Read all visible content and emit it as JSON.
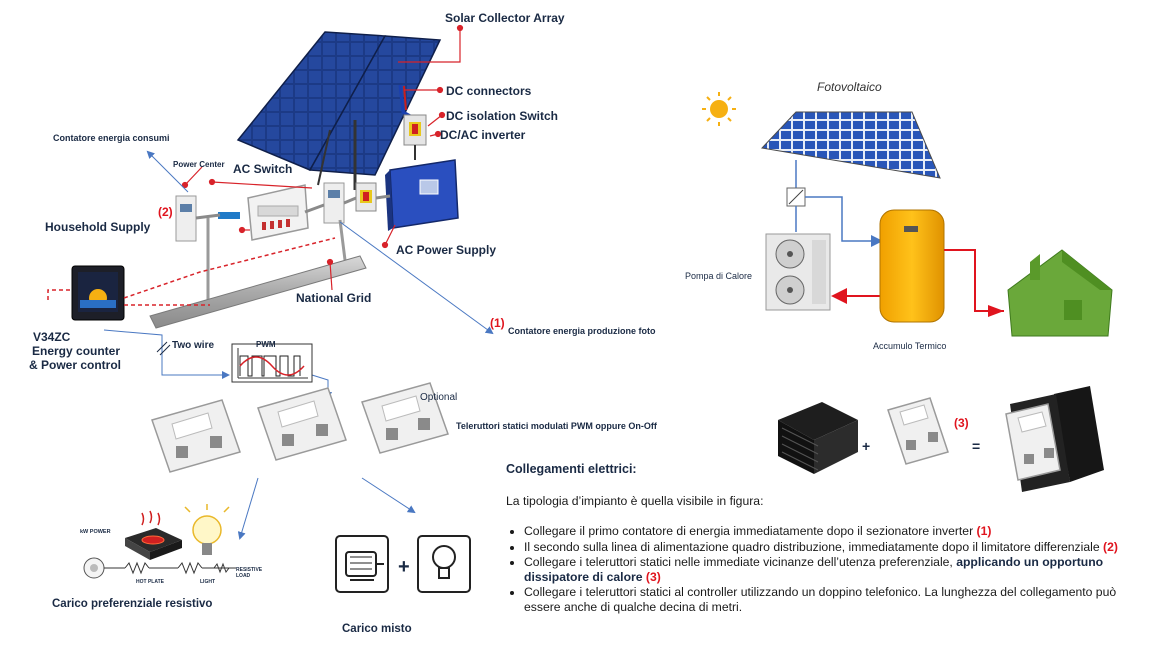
{
  "labels": {
    "solar_collector_array": "Solar Collector Array",
    "dc_connectors": "DC connectors",
    "dc_isolation_switch": "DC isolation Switch",
    "dc_ac_inverter": "DC/AC inverter",
    "contatore_consumi": "Contatore energia consumi",
    "power_center": "Power Center",
    "ac_switch": "AC Switch",
    "household_supply": "Household Supply",
    "ac_power_supply": "AC Power Supply",
    "national_grid": "National Grid",
    "contatore_produzione": "Contatore energia produzione foto",
    "v34zc_line1": "V34ZC",
    "v34zc_line2": "Energy counter",
    "v34zc_line3": "& Power control",
    "two_wire": "Two wire",
    "pwm": "PWM",
    "optional": "Optional",
    "teleruttori": "Teleruttori statici modulati PWM oppure On-Off",
    "carico_resistivo": "Carico preferenziale resistivo",
    "carico_misto": "Carico misto",
    "fotovoltaico": "Fotovoltaico",
    "pompa_di_calore": "Pompa di Calore",
    "accumulo_termico": "Accumulo Termico",
    "kw_power": "kW POWER",
    "hot_plate": "HOT PLATE",
    "light": "LIGHT",
    "resistive_load_1": "RESISTIVE",
    "resistive_load_2": "LOAD",
    "marker_1": "(1)",
    "marker_2": "(2)",
    "marker_3": "(3)",
    "plus": "+",
    "equals": "="
  },
  "notes": {
    "title": "Collegamenti elettrici:",
    "intro": "La tipologia d’impianto è quella visibile in figura:",
    "items": [
      {
        "text": "Collegare il primo contatore di energia immediatamente dopo il sezionatore inverter ",
        "marker": "(1)"
      },
      {
        "text": "Il secondo sulla linea di alimentazione quadro distribuzione, immediatamente dopo il limitatore differenziale ",
        "marker": "(2)"
      },
      {
        "text": "Collegare i teleruttori statici nelle immediate vicinanze dell’utenza preferenziale, ",
        "bold": "applicando un opportuno dissipatore di calore ",
        "marker": "(3)"
      },
      {
        "text": "Collegare i teleruttori statici al controller utilizzando un doppino telefonico. La lunghezza del collegamento può essere anche di qualche decina di metri."
      }
    ]
  },
  "colors": {
    "label_navy": "#1a2a44",
    "marker_red": "#e0141e",
    "pointer_red": "#d8232a",
    "arrow_blue": "#4a78c2",
    "panel_blue": "#1f3f8c",
    "tank_orange": "#f5a800",
    "house_green": "#6aa83a"
  }
}
